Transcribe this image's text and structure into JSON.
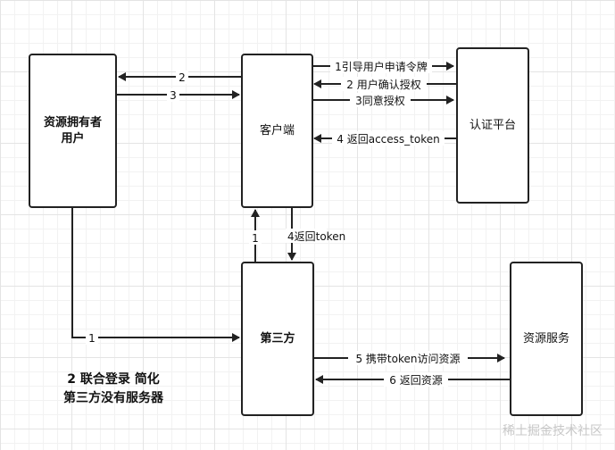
{
  "nodes": {
    "owner_line1": "资源拥有者",
    "owner_line2": "用户",
    "client": "客户端",
    "auth_platform": "认证平台",
    "third_party": "第三方",
    "resource_service": "资源服务"
  },
  "edges": {
    "owner_client_2": "2",
    "owner_client_3": "3",
    "guide_user_apply": "1引导用户申请令牌",
    "user_confirm": "2 用户确认授权",
    "agree_auth": "3同意授权",
    "return_token": "4 返回access_token",
    "third_to_client": "1",
    "client_return_token": "4返回token",
    "owner_to_third": "1",
    "carry_token": "5 携带token访问资源",
    "return_resource": "6 返回资源"
  },
  "caption": {
    "line1": "2 联合登录 简化",
    "line2": "第三方没有服务器"
  },
  "watermark": "稀土掘金技术社区"
}
